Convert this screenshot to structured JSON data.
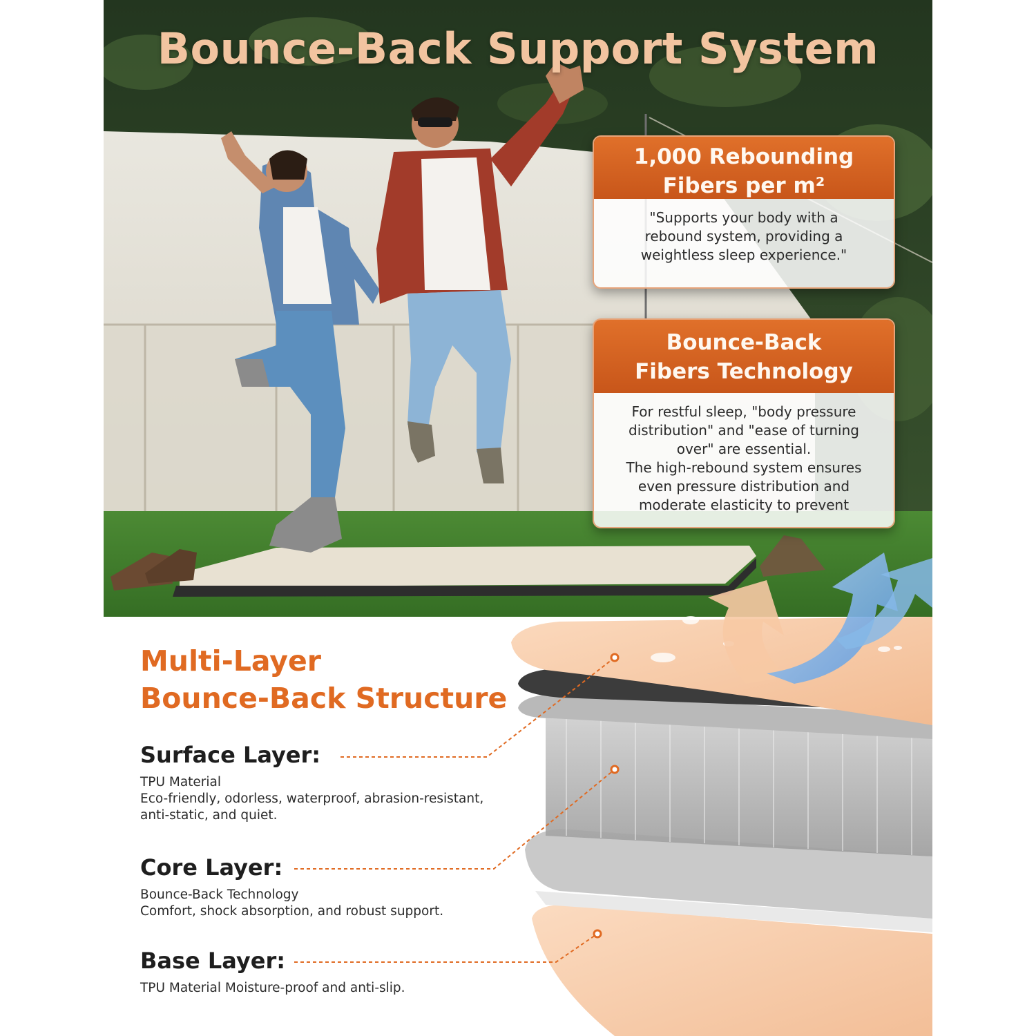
{
  "headline": "Bounce-Back Support System",
  "cards": [
    {
      "title_lines": [
        "1,000 Rebounding",
        "Fibers per m²"
      ],
      "body_lines": [
        "\"Supports your body with a",
        "rebound system, providing a",
        "weightless sleep experience.\""
      ]
    },
    {
      "title_lines": [
        "Bounce-Back",
        "Fibers Technology"
      ],
      "body_lines": [
        "For restful sleep, \"body pressure",
        "distribution\" and \"ease of turning",
        "over\" are essential.",
        "The high-rebound system ensures",
        "even pressure distribution and",
        "moderate elasticity to prevent"
      ]
    }
  ],
  "structure": {
    "title_lines": [
      "Multi-Layer",
      "Bounce-Back Structure"
    ],
    "layers": [
      {
        "name": "Surface Layer:",
        "desc_lines": [
          "TPU Material",
          "Eco-friendly, odorless, waterproof, abrasion-resistant,",
          "anti-static, and quiet."
        ]
      },
      {
        "name": "Core Layer:",
        "desc_lines": [
          "Bounce-Back Technology",
          "Comfort, shock absorption, and robust support."
        ]
      },
      {
        "name": "Base Layer:",
        "desc_lines": [
          "TPU Material Moisture-proof and anti-slip."
        ]
      }
    ]
  },
  "colors": {
    "accent_orange": "#e06a22",
    "headline_peach": "#f2c4a0",
    "card_header": "#d2601f",
    "grass_green": "#3f7a2e",
    "surface_peach": "#f7c9a4",
    "arrow_blue": "#7fb2e6"
  }
}
